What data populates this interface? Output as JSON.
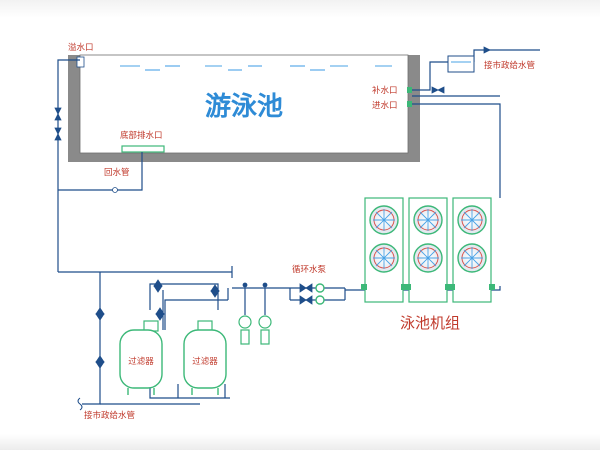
{
  "pool": {
    "title": "游泳池"
  },
  "labels": {
    "overflow": "溢水口",
    "bottom_drain": "底部排水口",
    "return_pipe": "回水管",
    "makeup": "补水口",
    "inlet": "进水口",
    "municipal_top": "接市政给水管",
    "municipal_bottom": "接市政给水管",
    "pump": "循环水泵",
    "filter_1": "过滤器",
    "filter_2": "过滤器",
    "unit_group": "泳池机组"
  },
  "colors": {
    "pipe": "#1f4e8a",
    "label": "#c0392b",
    "title": "#2e8bd6",
    "pool_wall": "#8a8a8a",
    "water_line": "#4aa3e6",
    "equipment_green": "#3cb878"
  }
}
